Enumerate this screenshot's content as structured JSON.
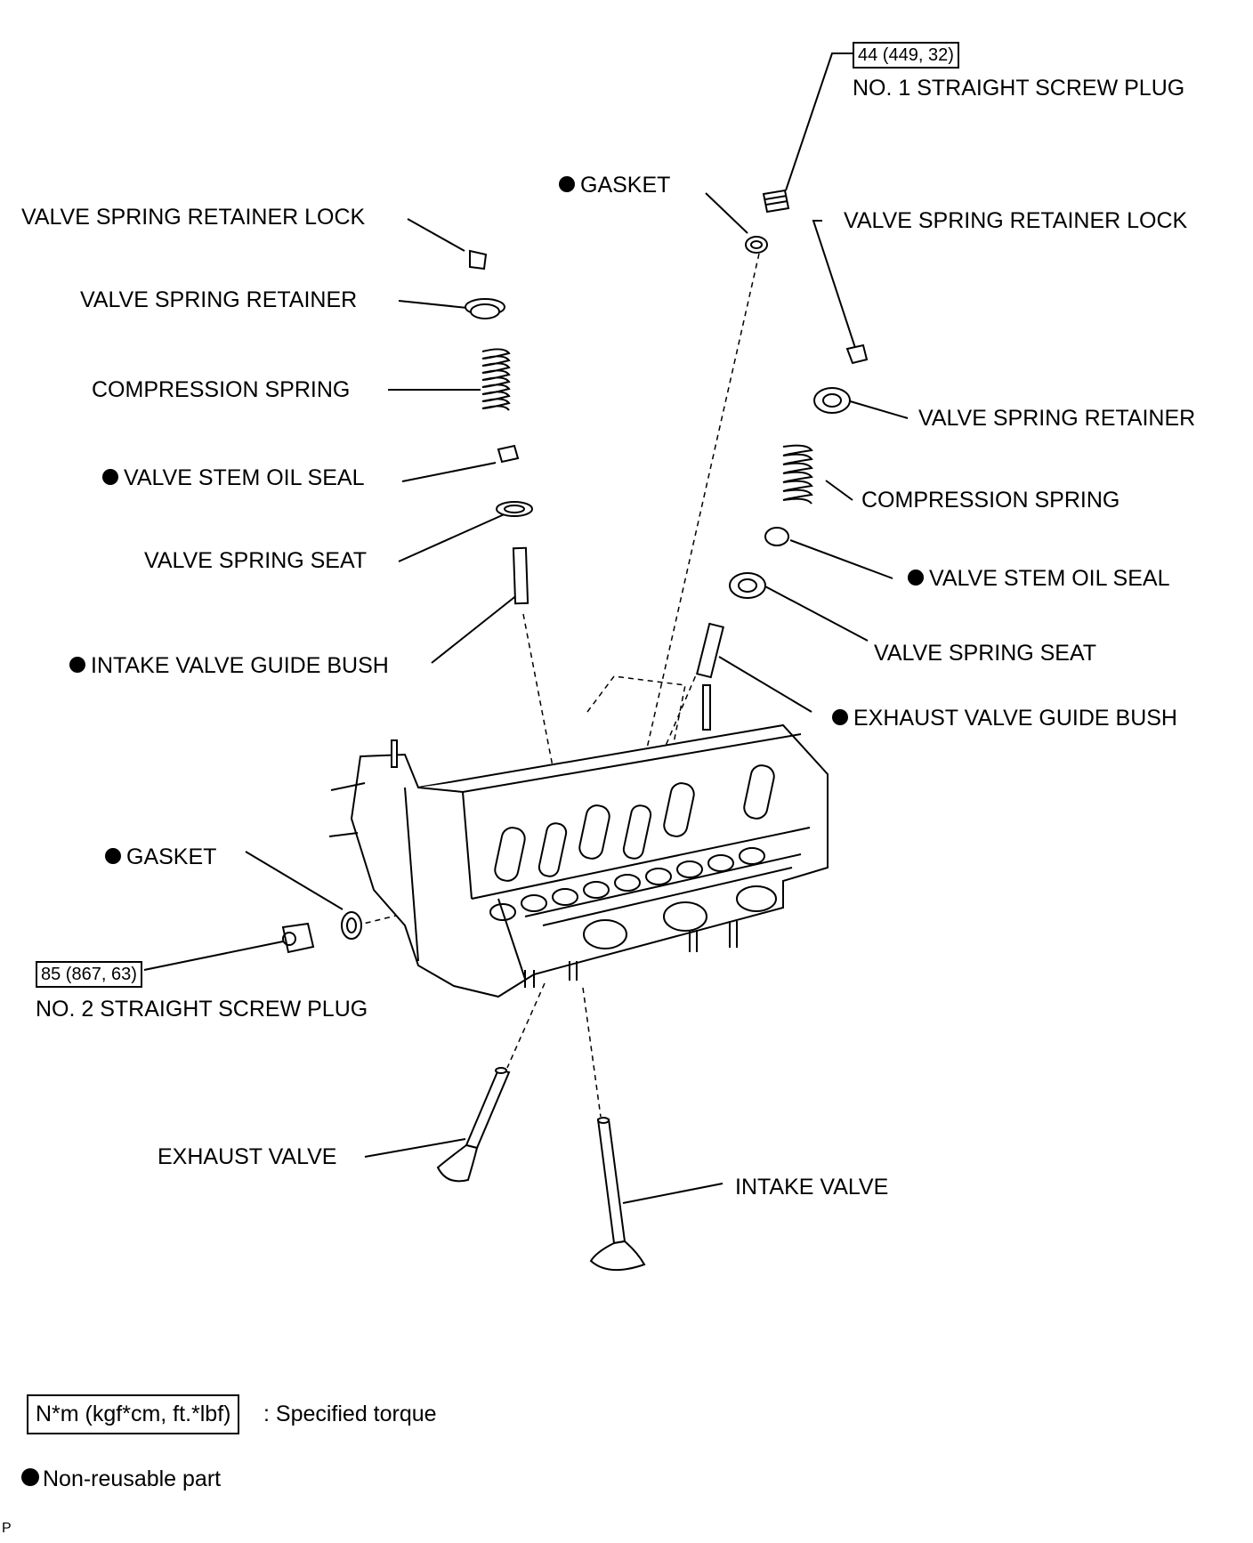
{
  "labels": {
    "torque_no1": "44 (449, 32)",
    "no1_plug": "NO. 1 STRAIGHT SCREW PLUG",
    "gasket_top": "GASKET",
    "vsrl_left": "VALVE SPRING RETAINER LOCK",
    "vsrl_right": "VALVE SPRING RETAINER LOCK",
    "vsr_left": "VALVE SPRING RETAINER",
    "vsr_right": "VALVE SPRING RETAINER",
    "cs_left": "COMPRESSION SPRING",
    "cs_right": "COMPRESSION SPRING",
    "vsos_left": "VALVE STEM OIL SEAL",
    "vsos_right": "VALVE STEM OIL SEAL",
    "vss_left": "VALVE SPRING SEAT",
    "vss_right": "VALVE SPRING SEAT",
    "intake_bush": "INTAKE VALVE GUIDE BUSH",
    "exhaust_bush": "EXHAUST VALVE GUIDE BUSH",
    "gasket_left": "GASKET",
    "torque_no2": "85 (867, 63)",
    "no2_plug": "NO. 2 STRAIGHT SCREW PLUG",
    "exhaust_valve": "EXHAUST VALVE",
    "intake_valve": "INTAKE VALVE"
  },
  "legend": {
    "torque_unit": "N*m (kgf*cm, ft.*lbf)",
    "torque_desc": ": Specified torque",
    "nonreusable": "Non-reusable part"
  },
  "corner_mark": "P"
}
